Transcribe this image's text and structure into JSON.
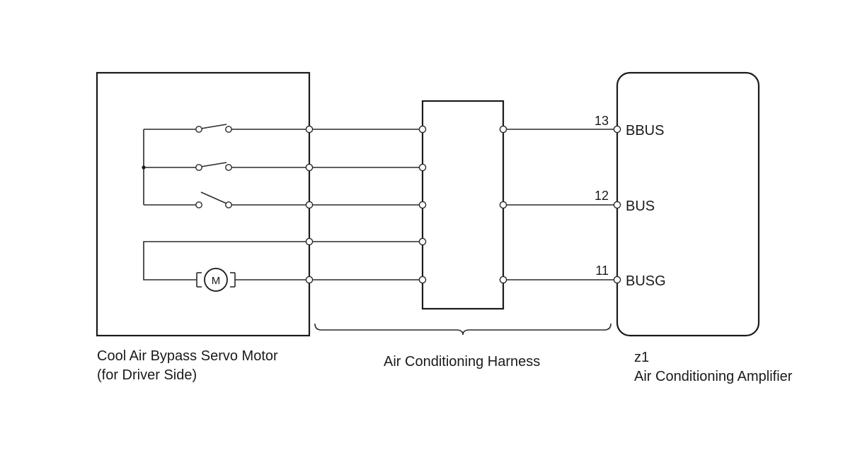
{
  "components": {
    "servo_motor": {
      "name_line1": "Cool Air Bypass Servo Motor",
      "name_line2": "(for Driver Side)",
      "motor_symbol": "M"
    },
    "harness": {
      "name": "Air Conditioning Harness"
    },
    "amplifier": {
      "connector": "z1",
      "name": "Air Conditioning Amplifier"
    }
  },
  "amplifier_pins": [
    {
      "number": "13",
      "signal": "BBUS"
    },
    {
      "number": "12",
      "signal": "BUS"
    },
    {
      "number": "11",
      "signal": "BUSG"
    }
  ]
}
